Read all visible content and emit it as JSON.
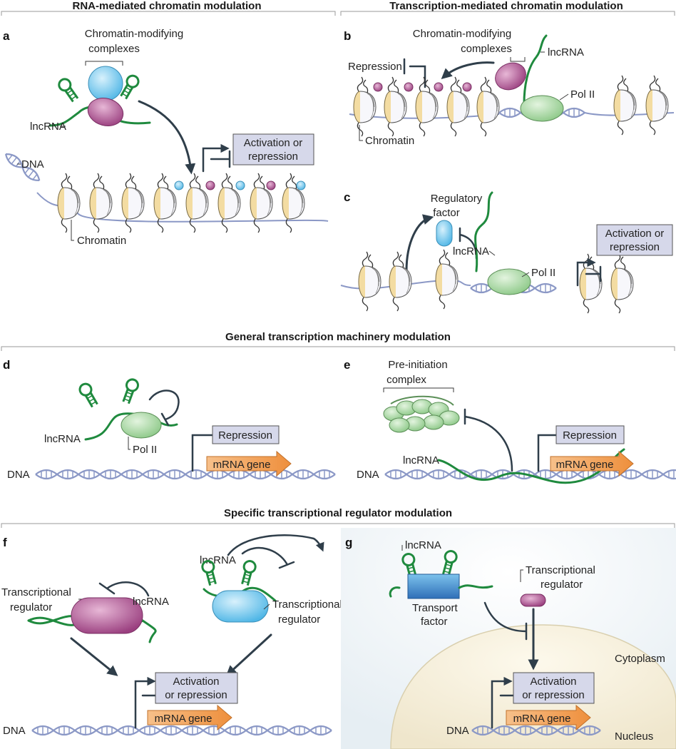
{
  "sections": {
    "rna_mediated": "RNA-mediated chromatin modulation",
    "transcription_mediated": "Transcription-mediated chromatin modulation",
    "general_machinery": "General transcription machinery modulation",
    "specific_regulator": "Specific transcriptional regulator modulation"
  },
  "panels": {
    "a": "a",
    "b": "b",
    "c": "c",
    "d": "d",
    "e": "e",
    "f": "f",
    "g": "g"
  },
  "labels": {
    "chromatin_modifying_a": "Chromatin-modifying",
    "complexes_a": "complexes",
    "lncrna_a": "lncRNA",
    "dna_a": "DNA",
    "chromatin_a": "Chromatin",
    "activation_or": "Activation or",
    "repression": "repression",
    "repression_b": "Repression",
    "chromatin_modifying_b": "Chromatin-modifying",
    "complexes_b": "complexes",
    "lncrna_b": "lncRNA",
    "pol2_b": "Pol II",
    "chromatin_b": "Chromatin",
    "regulatory": "Regulatory",
    "factor": "factor",
    "lncrna_c": "lncRNA",
    "pol2_c": "Pol II",
    "lncrna_d": "lncRNA",
    "pol2_d": "Pol II",
    "dna_d": "DNA",
    "repression_d": "Repression",
    "mrna_gene": "mRNA gene",
    "pre_initiation": "Pre-initiation",
    "complex": "complex",
    "lncrna_e": "lncRNA",
    "dna_e": "DNA",
    "repression_e": "Repression",
    "transcriptional": "Transcriptional",
    "regulator": "regulator",
    "lncrna_f1": "lncRNA",
    "lncrna_f2": "lncRNA",
    "dna_f": "DNA",
    "activation_f": "Activation",
    "or_repression": "or repression",
    "lncrna_g": "lncRNA",
    "transport": "Transport",
    "cytoplasm": "Cytoplasm",
    "nucleus": "Nucleus",
    "dna_g": "DNA"
  },
  "colors": {
    "rna": "#1f8a3e",
    "dna": "#8b98c6",
    "blue_complex": "#5cc0ec",
    "magenta_complex": "#a94d8c",
    "pol2": "#9fd39c",
    "nucleosome": "#f3dca2",
    "box_fill": "#d6d8ea",
    "gene_arrow": "#f2a25a",
    "arrow": "#2f3e4a"
  }
}
